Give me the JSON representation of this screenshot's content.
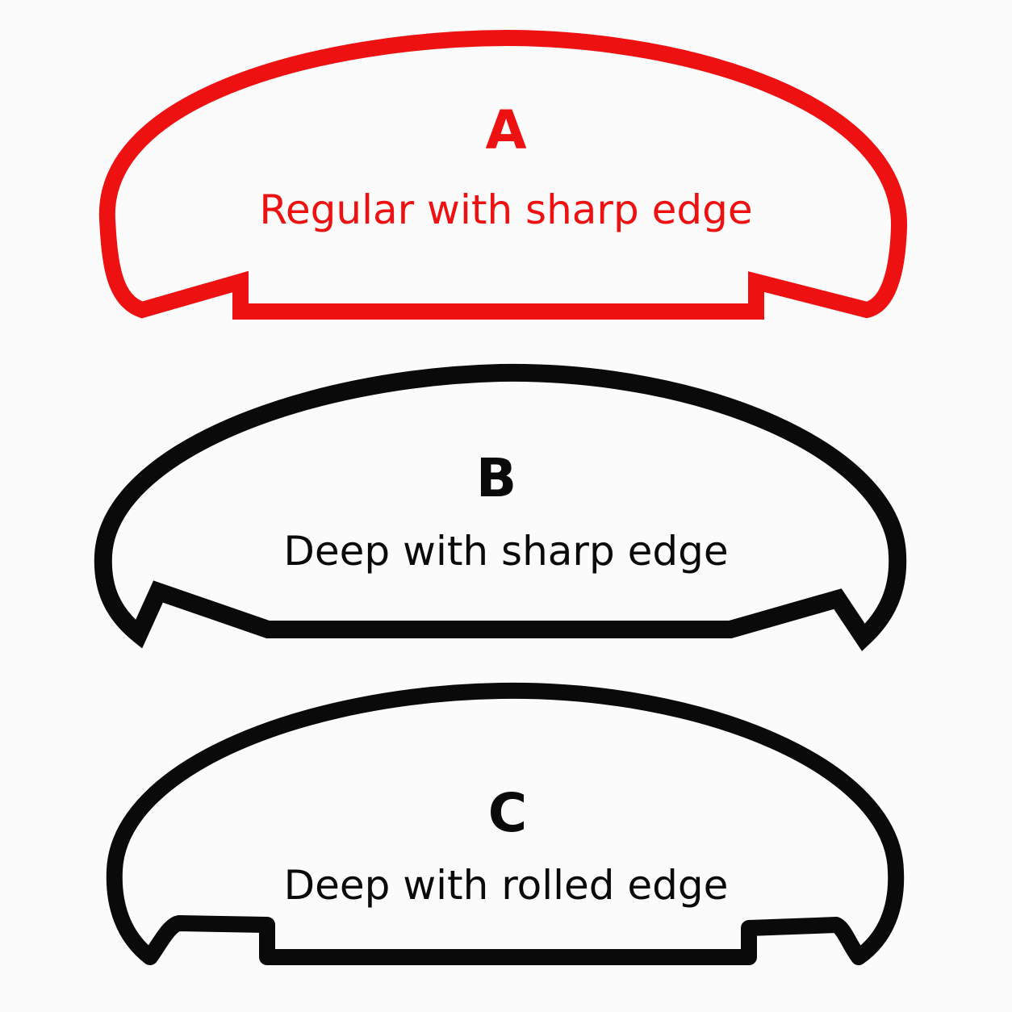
{
  "colors": {
    "background": "#fbfbfb",
    "highlight": "#ee1111",
    "outline": "#0a0a0a"
  },
  "profiles": [
    {
      "letter": "A",
      "caption": "Regular with sharp edge",
      "color": "#ee1111"
    },
    {
      "letter": "B",
      "caption": "Deep with sharp edge",
      "color": "#0a0a0a"
    },
    {
      "letter": "C",
      "caption": "Deep with rolled edge",
      "color": "#0a0a0a"
    }
  ]
}
